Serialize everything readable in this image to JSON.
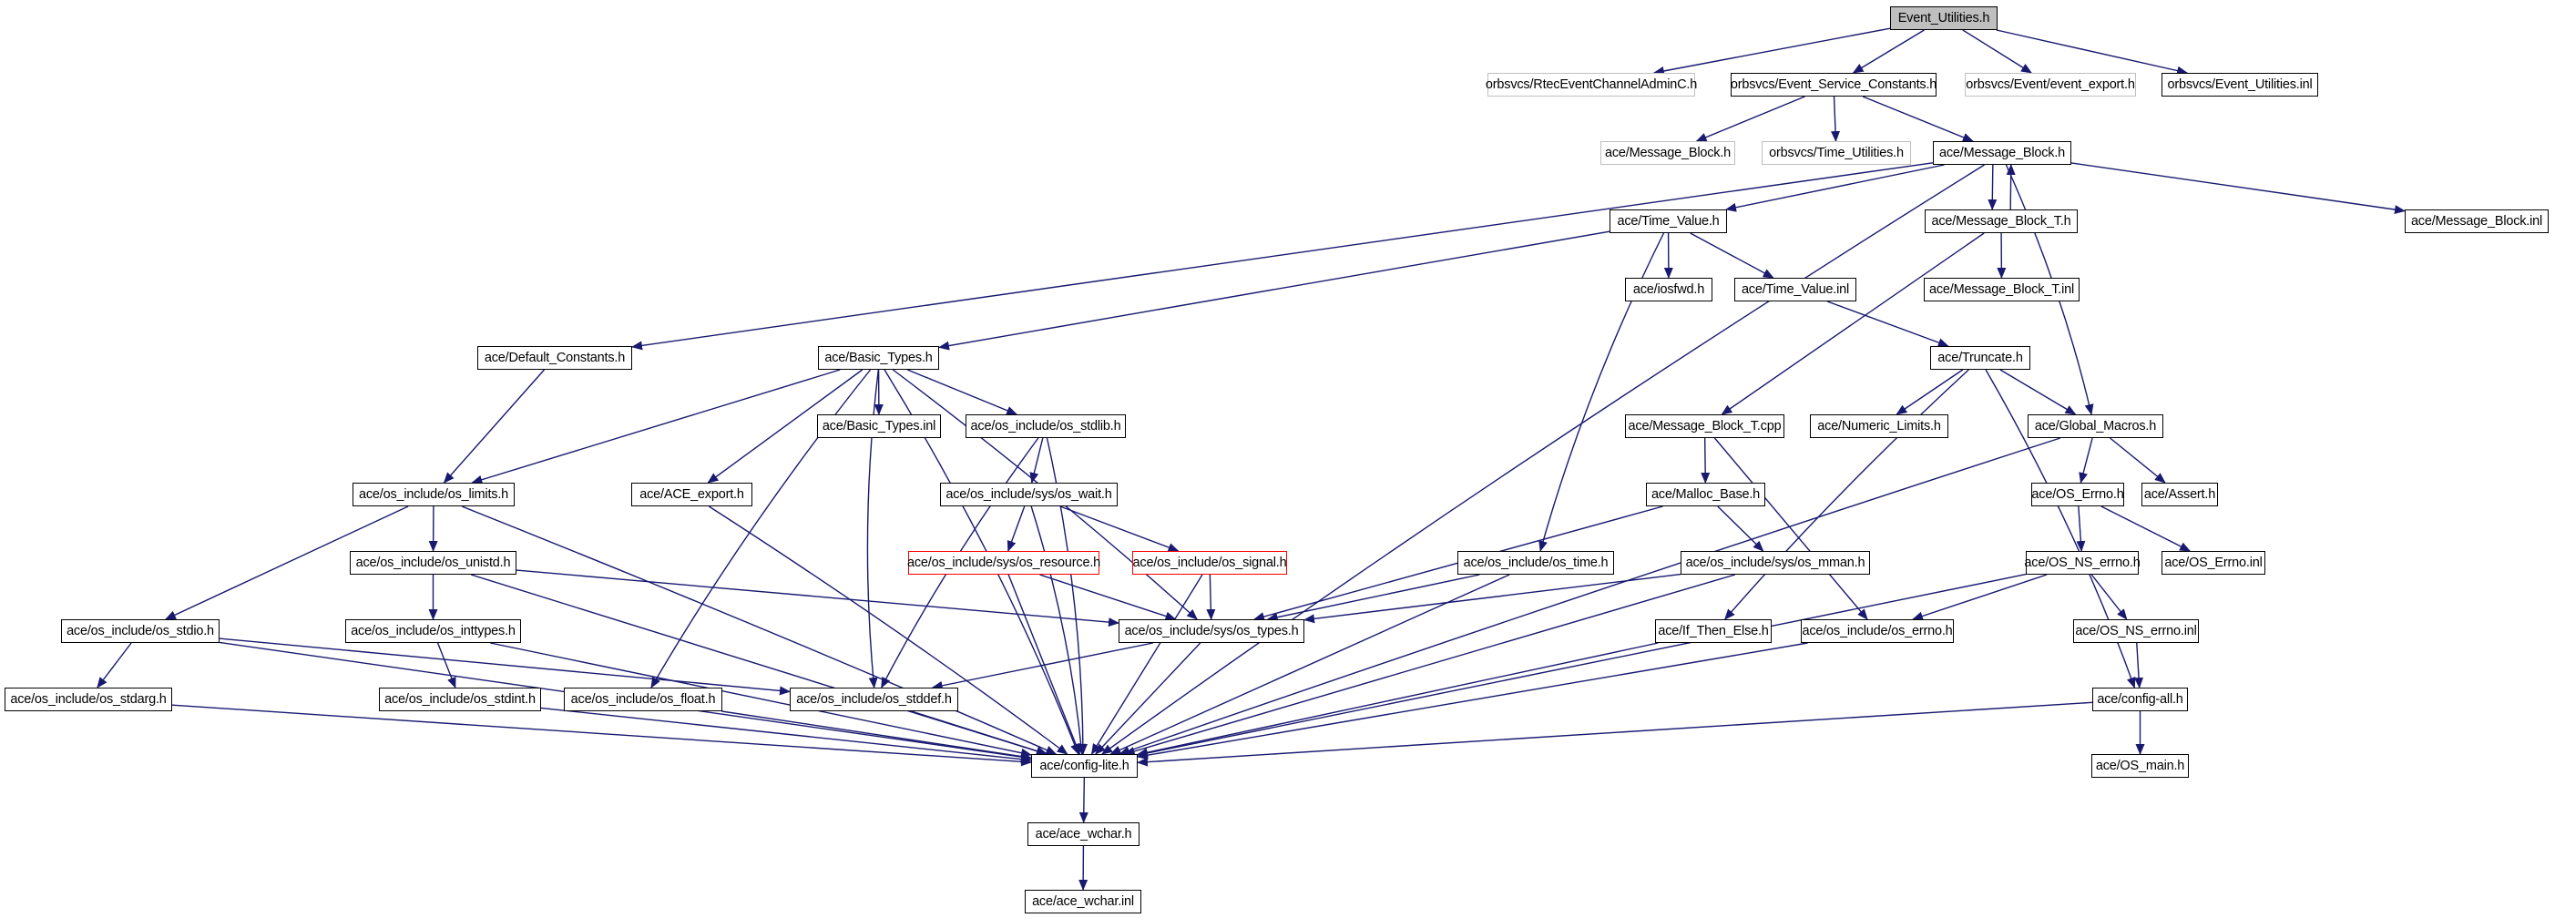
{
  "title": "Event_Utilities.h include dependency graph",
  "colors": {
    "edge": "#191970",
    "node_border": "#000000",
    "root_fill": "#bfbfbf",
    "external_border": "#bfbfbf",
    "missing_border": "#ff0000"
  },
  "nodes": [
    {
      "id": "event_utilities_h",
      "label": "Event_Utilities.h",
      "kind": "root"
    },
    {
      "id": "rtec_admin_c",
      "label": "orbsvcs/RtecEventChannelAdminC.h",
      "kind": "external"
    },
    {
      "id": "event_service_constants",
      "label": "orbsvcs/Event_Service_Constants.h",
      "kind": "normal"
    },
    {
      "id": "event_export",
      "label": "orbsvcs/Event/event_export.h",
      "kind": "external"
    },
    {
      "id": "event_utilities_inl",
      "label": "orbsvcs/Event_Utilities.inl",
      "kind": "normal"
    },
    {
      "id": "message_block_ext",
      "label": "ace/Message_Block.h",
      "kind": "external"
    },
    {
      "id": "time_utilities",
      "label": "orbsvcs/Time_Utilities.h",
      "kind": "external"
    },
    {
      "id": "message_block",
      "label": "ace/Message_Block.h",
      "kind": "normal"
    },
    {
      "id": "time_value",
      "label": "ace/Time_Value.h",
      "kind": "normal"
    },
    {
      "id": "message_block_t",
      "label": "ace/Message_Block_T.h",
      "kind": "normal"
    },
    {
      "id": "message_block_inl",
      "label": "ace/Message_Block.inl",
      "kind": "normal"
    },
    {
      "id": "iosfwd",
      "label": "ace/iosfwd.h",
      "kind": "normal"
    },
    {
      "id": "time_value_inl",
      "label": "ace/Time_Value.inl",
      "kind": "normal"
    },
    {
      "id": "message_block_t_inl",
      "label": "ace/Message_Block_T.inl",
      "kind": "normal"
    },
    {
      "id": "default_constants",
      "label": "ace/Default_Constants.h",
      "kind": "normal"
    },
    {
      "id": "basic_types",
      "label": "ace/Basic_Types.h",
      "kind": "normal"
    },
    {
      "id": "truncate",
      "label": "ace/Truncate.h",
      "kind": "normal"
    },
    {
      "id": "basic_types_inl",
      "label": "ace/Basic_Types.inl",
      "kind": "normal"
    },
    {
      "id": "os_stdlib",
      "label": "ace/os_include/os_stdlib.h",
      "kind": "normal"
    },
    {
      "id": "message_block_t_cpp",
      "label": "ace/Message_Block_T.cpp",
      "kind": "normal"
    },
    {
      "id": "numeric_limits",
      "label": "ace/Numeric_Limits.h",
      "kind": "normal"
    },
    {
      "id": "global_macros",
      "label": "ace/Global_Macros.h",
      "kind": "normal"
    },
    {
      "id": "os_limits",
      "label": "ace/os_include/os_limits.h",
      "kind": "normal"
    },
    {
      "id": "ace_export",
      "label": "ace/ACE_export.h",
      "kind": "normal"
    },
    {
      "id": "os_wait",
      "label": "ace/os_include/sys/os_wait.h",
      "kind": "normal"
    },
    {
      "id": "malloc_base",
      "label": "ace/Malloc_Base.h",
      "kind": "normal"
    },
    {
      "id": "os_errno_h",
      "label": "ace/OS_Errno.h",
      "kind": "normal"
    },
    {
      "id": "assert_h",
      "label": "ace/Assert.h",
      "kind": "normal"
    },
    {
      "id": "os_unistd",
      "label": "ace/os_include/os_unistd.h",
      "kind": "normal"
    },
    {
      "id": "os_resource",
      "label": "ace/os_include/sys/os_resource.h",
      "kind": "missing"
    },
    {
      "id": "os_signal",
      "label": "ace/os_include/os_signal.h",
      "kind": "missing"
    },
    {
      "id": "os_time",
      "label": "ace/os_include/os_time.h",
      "kind": "normal"
    },
    {
      "id": "os_mman",
      "label": "ace/os_include/sys/os_mman.h",
      "kind": "normal"
    },
    {
      "id": "os_ns_errno",
      "label": "ace/OS_NS_errno.h",
      "kind": "normal"
    },
    {
      "id": "os_errno_inl",
      "label": "ace/OS_Errno.inl",
      "kind": "normal"
    },
    {
      "id": "os_stdio",
      "label": "ace/os_include/os_stdio.h",
      "kind": "normal"
    },
    {
      "id": "os_inttypes",
      "label": "ace/os_include/os_inttypes.h",
      "kind": "normal"
    },
    {
      "id": "os_types",
      "label": "ace/os_include/sys/os_types.h",
      "kind": "normal"
    },
    {
      "id": "if_then_else",
      "label": "ace/If_Then_Else.h",
      "kind": "normal"
    },
    {
      "id": "os_include_errno",
      "label": "ace/os_include/os_errno.h",
      "kind": "normal"
    },
    {
      "id": "os_ns_errno_inl",
      "label": "ace/OS_NS_errno.inl",
      "kind": "normal"
    },
    {
      "id": "os_stdarg",
      "label": "ace/os_include/os_stdarg.h",
      "kind": "normal"
    },
    {
      "id": "os_stdint",
      "label": "ace/os_include/os_stdint.h",
      "kind": "normal"
    },
    {
      "id": "os_float",
      "label": "ace/os_include/os_float.h",
      "kind": "normal"
    },
    {
      "id": "os_stddef",
      "label": "ace/os_include/os_stddef.h",
      "kind": "normal"
    },
    {
      "id": "config_all",
      "label": "ace/config-all.h",
      "kind": "normal"
    },
    {
      "id": "config_lite",
      "label": "ace/config-lite.h",
      "kind": "normal"
    },
    {
      "id": "os_main",
      "label": "ace/OS_main.h",
      "kind": "normal"
    },
    {
      "id": "ace_wchar_h",
      "label": "ace/ace_wchar.h",
      "kind": "normal"
    },
    {
      "id": "ace_wchar_inl",
      "label": "ace/ace_wchar.inl",
      "kind": "normal"
    }
  ],
  "edges": [
    [
      "event_utilities_h",
      "rtec_admin_c"
    ],
    [
      "event_utilities_h",
      "event_service_constants"
    ],
    [
      "event_utilities_h",
      "event_export"
    ],
    [
      "event_utilities_h",
      "event_utilities_inl"
    ],
    [
      "event_service_constants",
      "message_block_ext"
    ],
    [
      "event_service_constants",
      "time_utilities"
    ],
    [
      "event_service_constants",
      "message_block"
    ],
    [
      "message_block",
      "time_value"
    ],
    [
      "message_block",
      "message_block_t"
    ],
    [
      "message_block_t",
      "message_block"
    ],
    [
      "message_block",
      "message_block_inl"
    ],
    [
      "message_block",
      "default_constants"
    ],
    [
      "message_block",
      "global_macros"
    ],
    [
      "message_block",
      "config_lite"
    ],
    [
      "time_value",
      "iosfwd"
    ],
    [
      "time_value",
      "time_value_inl"
    ],
    [
      "time_value",
      "basic_types"
    ],
    [
      "time_value",
      "os_time"
    ],
    [
      "message_block_t",
      "message_block_t_inl"
    ],
    [
      "message_block_t",
      "message_block_t_cpp"
    ],
    [
      "time_value_inl",
      "truncate"
    ],
    [
      "truncate",
      "numeric_limits"
    ],
    [
      "truncate",
      "global_macros"
    ],
    [
      "truncate",
      "if_then_else"
    ],
    [
      "truncate",
      "config_all"
    ],
    [
      "default_constants",
      "os_limits"
    ],
    [
      "basic_types",
      "os_limits"
    ],
    [
      "basic_types",
      "basic_types_inl"
    ],
    [
      "basic_types",
      "os_stdlib"
    ],
    [
      "basic_types",
      "ace_export"
    ],
    [
      "basic_types",
      "os_float"
    ],
    [
      "basic_types",
      "os_stddef"
    ],
    [
      "basic_types",
      "os_types"
    ],
    [
      "basic_types",
      "config_lite"
    ],
    [
      "os_stdlib",
      "os_wait"
    ],
    [
      "os_stdlib",
      "os_stddef"
    ],
    [
      "os_stdlib",
      "config_lite"
    ],
    [
      "os_wait",
      "os_resource"
    ],
    [
      "os_wait",
      "os_signal"
    ],
    [
      "os_wait",
      "config_lite"
    ],
    [
      "os_resource",
      "os_types"
    ],
    [
      "os_resource",
      "config_lite"
    ],
    [
      "os_signal",
      "os_types"
    ],
    [
      "os_signal",
      "config_lite"
    ],
    [
      "message_block_t_cpp",
      "malloc_base"
    ],
    [
      "message_block_t_cpp",
      "os_include_errno"
    ],
    [
      "malloc_base",
      "os_mman"
    ],
    [
      "malloc_base",
      "os_types"
    ],
    [
      "os_mman",
      "os_types"
    ],
    [
      "os_mman",
      "config_lite"
    ],
    [
      "os_time",
      "os_types"
    ],
    [
      "os_time",
      "config_lite"
    ],
    [
      "global_macros",
      "os_errno_h"
    ],
    [
      "global_macros",
      "assert_h"
    ],
    [
      "global_macros",
      "config_lite"
    ],
    [
      "os_errno_h",
      "os_ns_errno"
    ],
    [
      "os_errno_h",
      "os_errno_inl"
    ],
    [
      "os_ns_errno",
      "os_include_errno"
    ],
    [
      "os_ns_errno",
      "os_ns_errno_inl"
    ],
    [
      "os_ns_errno",
      "config_lite"
    ],
    [
      "os_ns_errno_inl",
      "config_all"
    ],
    [
      "config_all",
      "os_main"
    ],
    [
      "config_all",
      "config_lite"
    ],
    [
      "os_include_errno",
      "config_lite"
    ],
    [
      "if_then_else",
      "config_lite"
    ],
    [
      "os_limits",
      "os_unistd"
    ],
    [
      "os_limits",
      "os_stdio"
    ],
    [
      "os_limits",
      "config_lite"
    ],
    [
      "os_unistd",
      "os_inttypes"
    ],
    [
      "os_unistd",
      "os_types"
    ],
    [
      "os_unistd",
      "config_lite"
    ],
    [
      "os_stdio",
      "os_stdarg"
    ],
    [
      "os_stdio",
      "os_stddef"
    ],
    [
      "os_stdio",
      "config_lite"
    ],
    [
      "os_inttypes",
      "os_stdint"
    ],
    [
      "os_inttypes",
      "config_lite"
    ],
    [
      "os_stdarg",
      "config_lite"
    ],
    [
      "os_stdint",
      "config_lite"
    ],
    [
      "os_float",
      "config_lite"
    ],
    [
      "ace_export",
      "config_lite"
    ],
    [
      "os_stddef",
      "config_lite"
    ],
    [
      "os_types",
      "os_stddef"
    ],
    [
      "os_types",
      "config_lite"
    ],
    [
      "config_lite",
      "ace_wchar_h"
    ],
    [
      "ace_wchar_h",
      "ace_wchar_inl"
    ]
  ]
}
